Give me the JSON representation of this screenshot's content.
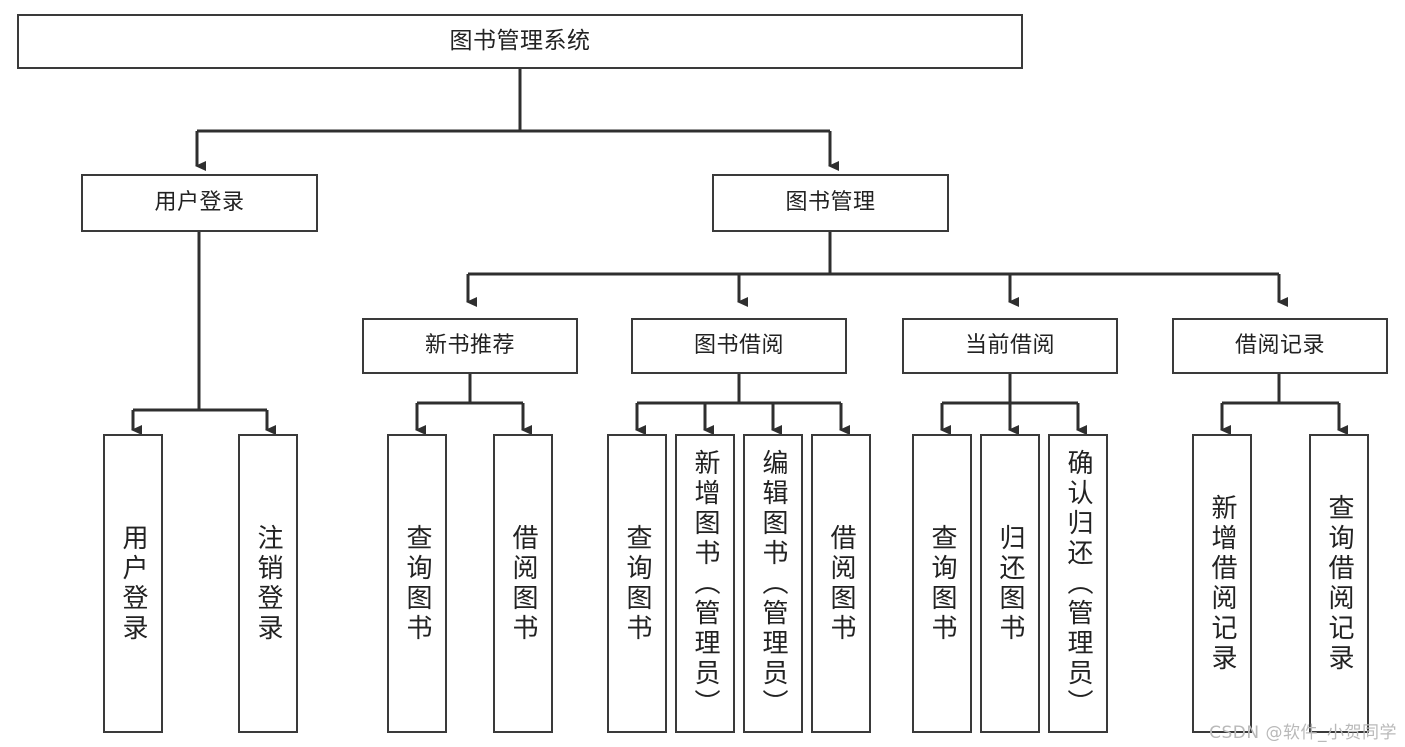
{
  "diagram": {
    "title": "图书管理系统",
    "type": "tree-hierarchy-diagram",
    "colors": {
      "box_border": "#3a3a3a",
      "box_fill": "#ffffff",
      "connector": "#2f2f2f",
      "text": "#222222",
      "watermark": "#b9b9b9"
    },
    "root": {
      "label": "图书管理系统"
    },
    "level2": [
      {
        "label": "用户登录"
      },
      {
        "label": "图书管理"
      }
    ],
    "level3": [
      {
        "label": "新书推荐"
      },
      {
        "label": "图书借阅"
      },
      {
        "label": "当前借阅"
      },
      {
        "label": "借阅记录"
      }
    ],
    "leaves": [
      {
        "label": "用户登录",
        "parent": "用户登录"
      },
      {
        "label": "注销登录",
        "parent": "用户登录"
      },
      {
        "label": "查询图书",
        "parent": "新书推荐"
      },
      {
        "label": "借阅图书",
        "parent": "新书推荐"
      },
      {
        "label": "查询图书",
        "parent": "图书借阅"
      },
      {
        "label": "新增图书（管理员）",
        "parent": "图书借阅"
      },
      {
        "label": "编辑图书（管理员）",
        "parent": "图书借阅"
      },
      {
        "label": "借阅图书",
        "parent": "图书借阅"
      },
      {
        "label": "查询图书",
        "parent": "当前借阅"
      },
      {
        "label": "归还图书",
        "parent": "当前借阅"
      },
      {
        "label": "确认归还（管理员）",
        "parent": "当前借阅"
      },
      {
        "label": "新增借阅记录",
        "parent": "借阅记录"
      },
      {
        "label": "查询借阅记录",
        "parent": "借阅记录"
      }
    ]
  },
  "watermark": {
    "text": "CSDN @软件_小贺同学"
  }
}
